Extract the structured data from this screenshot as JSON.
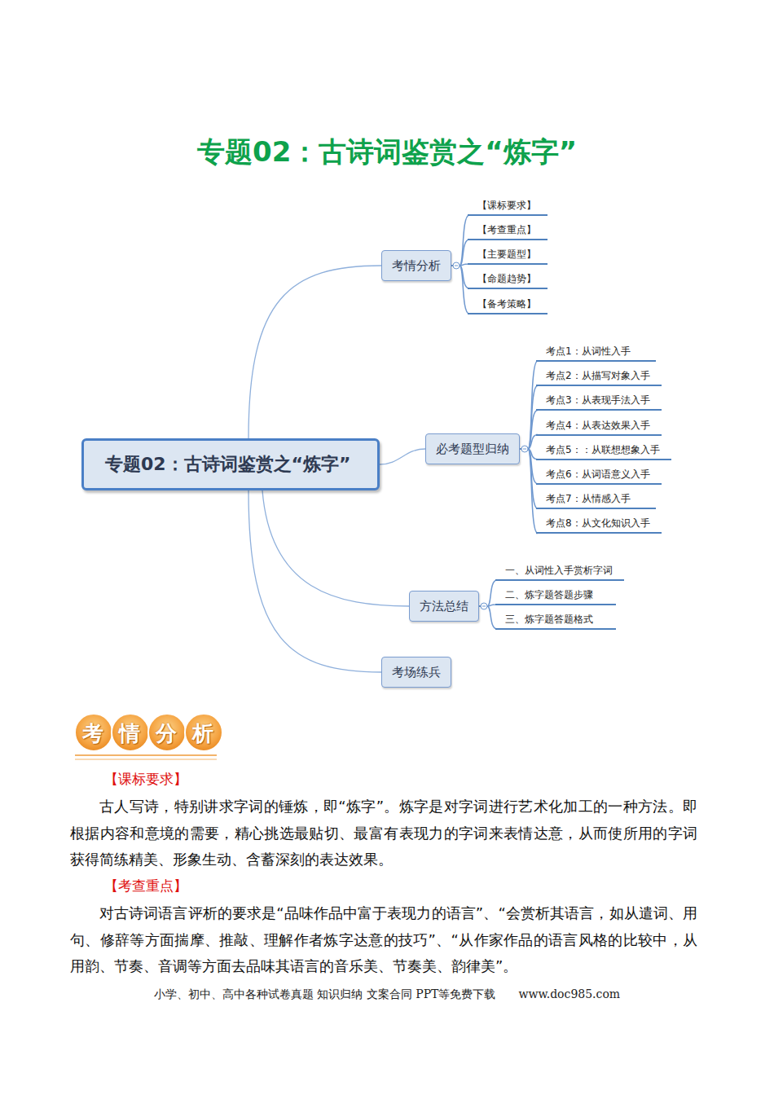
{
  "diagram": {
    "title": "专题02：古诗词鉴赏之“炼字”",
    "nodes": [
      {
        "text": [
          "专题02：古诗词鉴赏之“炼字”"
        ]
      },
      {
        "text": [
          "考情分析"
        ]
      },
      {
        "text": [
          "【课标要求】"
        ]
      },
      {
        "text": [
          "【考查重点】"
        ]
      },
      {
        "text": [
          "【主要题型】"
        ]
      },
      {
        "text": [
          "【命题趋势】"
        ]
      },
      {
        "text": [
          "【备考策略】"
        ]
      },
      {
        "text": [
          "必考题型归纳"
        ]
      },
      {
        "text": [
          "考点1：从词性入手"
        ]
      },
      {
        "text": [
          "考点2：从描写对象入手"
        ]
      },
      {
        "text": [
          "考点3：从表现手法入手"
        ]
      },
      {
        "text": [
          "考点4：从表达效果入手"
        ]
      },
      {
        "text": [
          "考点5：：从联想想象入手"
        ]
      },
      {
        "text": [
          "考点6：从词语意义入手"
        ]
      },
      {
        "text": [
          "考点7：从情感入手"
        ]
      },
      {
        "text": [
          "考点8：从文化知识入手"
        ]
      },
      {
        "text": [
          "方法总结"
        ]
      },
      {
        "text": [
          "一、从词性入手赏析字词"
        ]
      },
      {
        "text": [
          "二、炼字题答题步骤"
        ]
      },
      {
        "text": [
          "三、炼字题答题格式"
        ]
      },
      {
        "text": [
          "考场练兵"
        ]
      }
    ],
    "edges": [
      {
        "from": 0,
        "to": 1,
        "arrow": "none"
      },
      {
        "from": 0,
        "to": 7,
        "arrow": "none"
      },
      {
        "from": 0,
        "to": 16,
        "arrow": "none"
      },
      {
        "from": 0,
        "to": 20,
        "arrow": "none"
      },
      {
        "from": 1,
        "to": 2,
        "arrow": "none"
      },
      {
        "from": 1,
        "to": 3,
        "arrow": "none"
      },
      {
        "from": 1,
        "to": 4,
        "arrow": "none"
      },
      {
        "from": 1,
        "to": 5,
        "arrow": "none"
      },
      {
        "from": 1,
        "to": 6,
        "arrow": "none"
      },
      {
        "from": 7,
        "to": 8,
        "arrow": "none"
      },
      {
        "from": 7,
        "to": 9,
        "arrow": "none"
      },
      {
        "from": 7,
        "to": 10,
        "arrow": "none"
      },
      {
        "from": 7,
        "to": 11,
        "arrow": "none"
      },
      {
        "from": 7,
        "to": 12,
        "arrow": "none"
      },
      {
        "from": 7,
        "to": 13,
        "arrow": "none"
      },
      {
        "from": 7,
        "to": 14,
        "arrow": "none"
      },
      {
        "from": 7,
        "to": 15,
        "arrow": "none"
      },
      {
        "from": 16,
        "to": 17,
        "arrow": "none"
      },
      {
        "from": 16,
        "to": 18,
        "arrow": "none"
      },
      {
        "from": 16,
        "to": 19,
        "arrow": "none"
      }
    ],
    "labels": [
      "考情分析",
      "【课标要求】",
      "古人写诗，特别讲求字词的锤炼，即“炼字”。炼字是对字词进行艺术化加工的一种方法。即根据内容和意境的需要，精心挑选最贴切、最富有表现力的字词来表情达意，从而使所用的字词获得简练精美、形象生动、含蓄深刻的表达效果。",
      "【考查重点】",
      "对古诗词语言评析的要求是“品味作品中富于表现力的语言”、“会赏析其语言，如从遣词、用句、修辞等方面揣摩、推敲、理解作者炼字达意的技巧”、“从作家作品的语言风格的比较中，从用韵、节奏、音调等方面去品味其语言的音乐美、节奏美、韵律美”。",
      "小学、初中、高中各种试卷真题 知识归纳 文案合同 PPT等免费下载　　www.doc985.com"
    ]
  }
}
